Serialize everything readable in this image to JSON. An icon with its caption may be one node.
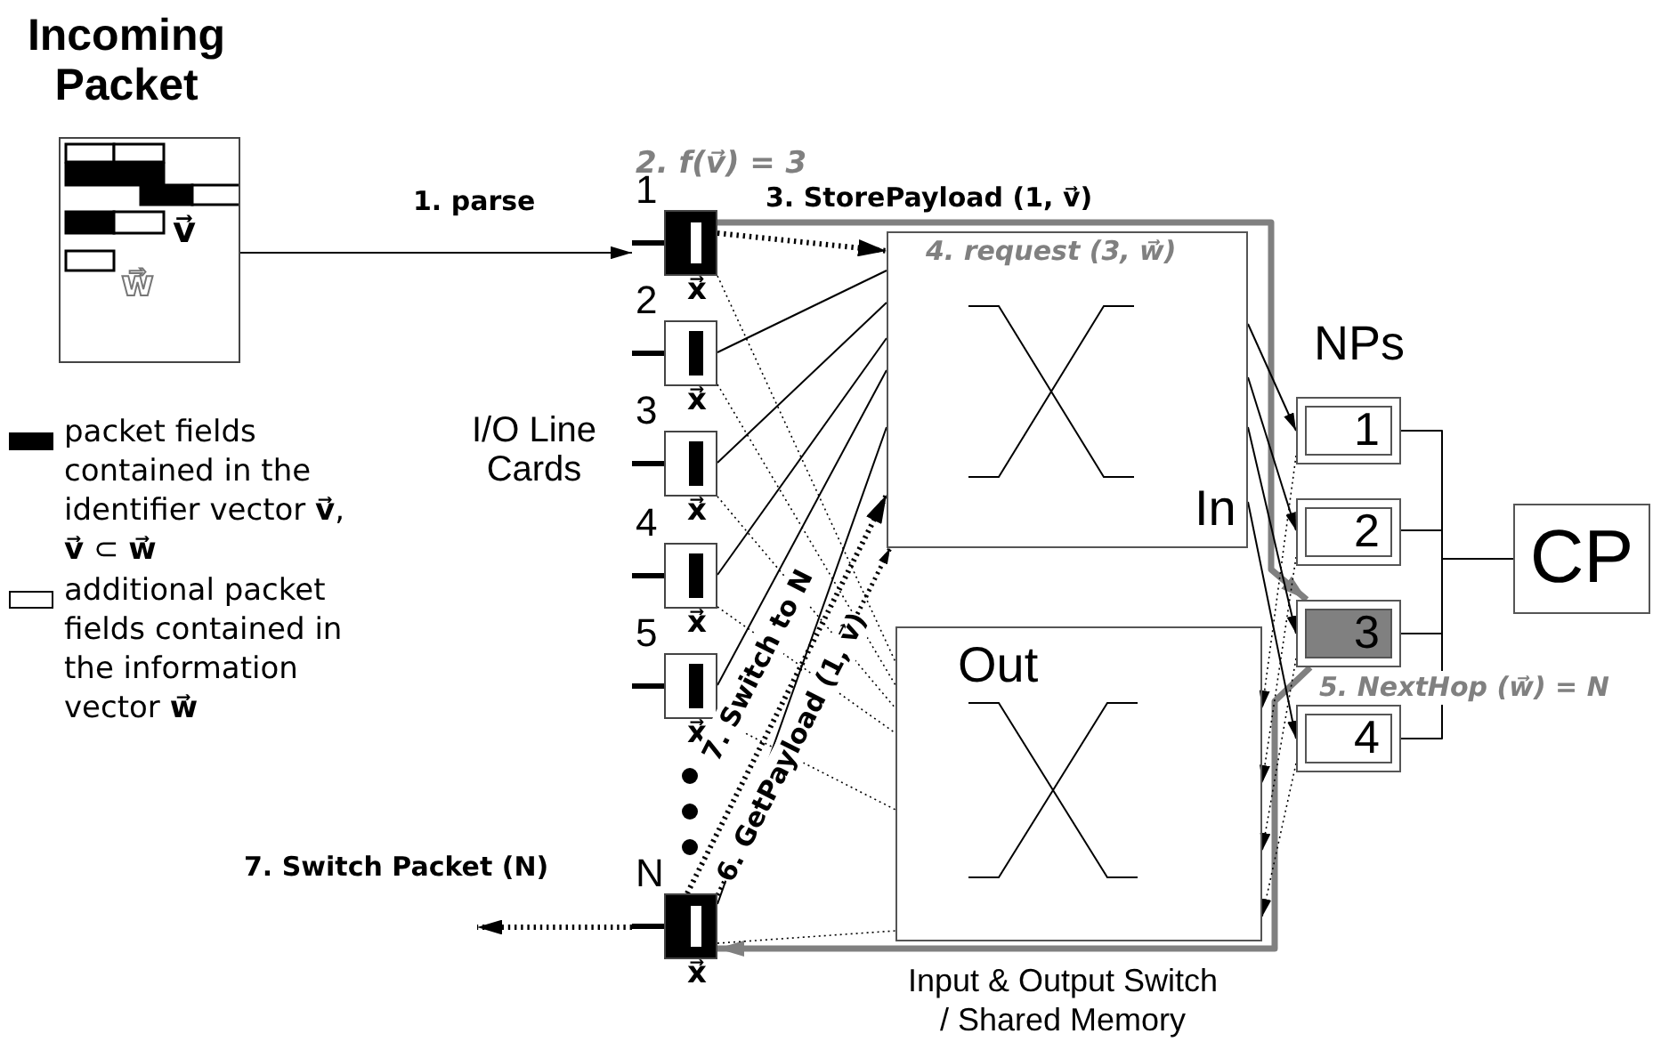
{
  "diagram": {
    "nodes": [
      {
        "text": [
          "Incoming Packet"
        ]
      },
      {
        "text": [
          "1"
        ],
        "beside": [
          "x⃗"
        ]
      },
      {
        "text": [
          "2"
        ],
        "beside": [
          "x⃗"
        ]
      },
      {
        "text": [
          "3"
        ],
        "beside": [
          "x⃗"
        ]
      },
      {
        "text": [
          "4"
        ],
        "beside": [
          "x⃗"
        ]
      },
      {
        "text": [
          "5"
        ],
        "beside": [
          "x⃗"
        ]
      },
      {
        "text": [
          "N"
        ],
        "beside": [
          "x⃗"
        ]
      },
      {
        "text": [
          "In"
        ]
      },
      {
        "text": [
          "Out"
        ]
      },
      {
        "text": [
          "1"
        ]
      },
      {
        "text": [
          "2"
        ]
      },
      {
        "text": [
          "3"
        ]
      },
      {
        "text": [
          "4"
        ]
      },
      {
        "text": [
          "CP"
        ]
      }
    ],
    "edges": [
      {
        "from": 0,
        "to": 1,
        "arrow": "to",
        "label": "1. parse"
      },
      {
        "from": 1,
        "to": 7,
        "arrow": "to",
        "label": "3. StorePayload (1, v⃗)",
        "style": "dashed"
      },
      {
        "from": 1,
        "to": 11,
        "arrow": "to",
        "label": "4. request (3, w⃗)",
        "style": "thick",
        "color": "#808080"
      },
      {
        "from": 11,
        "to": 6,
        "arrow": "to",
        "label": "5. NextHop (w⃗) = N",
        "style": "thick",
        "color": "#808080"
      },
      {
        "from": 6,
        "to": 7,
        "arrow": "to",
        "label": "6. GetPayload (1, v⃗)",
        "style": "dashed"
      },
      {
        "from": 6,
        "to": 7,
        "arrow": "to",
        "label": "7. Switch to N",
        "style": "dashed"
      },
      {
        "from": 6,
        "to": null,
        "arrow": "to",
        "label": "7. Switch Packet (N)",
        "style": "dashed"
      },
      {
        "from": 2,
        "to": 7,
        "arrow": "none"
      },
      {
        "from": 3,
        "to": 7,
        "arrow": "none"
      },
      {
        "from": 4,
        "to": 7,
        "arrow": "none"
      },
      {
        "from": 5,
        "to": 7,
        "arrow": "none"
      },
      {
        "from": 6,
        "to": 7,
        "arrow": "none"
      },
      {
        "from": 1,
        "to": 8,
        "arrow": "none",
        "style": "dashed"
      },
      {
        "from": 2,
        "to": 8,
        "arrow": "none",
        "style": "dashed"
      },
      {
        "from": 3,
        "to": 8,
        "arrow": "none",
        "style": "dashed"
      },
      {
        "from": 4,
        "to": 8,
        "arrow": "none",
        "style": "dashed"
      },
      {
        "from": 5,
        "to": 8,
        "arrow": "none",
        "style": "dashed"
      },
      {
        "from": 6,
        "to": 8,
        "arrow": "none",
        "style": "dashed"
      },
      {
        "from": 7,
        "to": 9,
        "arrow": "to"
      },
      {
        "from": 7,
        "to": 10,
        "arrow": "to"
      },
      {
        "from": 7,
        "to": 11,
        "arrow": "to"
      },
      {
        "from": 7,
        "to": 12,
        "arrow": "to"
      },
      {
        "from": 9,
        "to": 8,
        "arrow": "to",
        "style": "dashed"
      },
      {
        "from": 10,
        "to": 8,
        "arrow": "to",
        "style": "dashed"
      },
      {
        "from": 11,
        "to": 8,
        "arrow": "to",
        "style": "dashed"
      },
      {
        "from": 12,
        "to": 8,
        "arrow": "to",
        "style": "dashed"
      },
      {
        "from": 9,
        "to": 13,
        "arrow": "none"
      },
      {
        "from": 10,
        "to": 13,
        "arrow": "none"
      },
      {
        "from": 11,
        "to": 13,
        "arrow": "none"
      },
      {
        "from": 12,
        "to": 13,
        "arrow": "none"
      }
    ],
    "labels": [
      "v⃗",
      "w⃗",
      "2. f(v⃗) = 3",
      "I/O Line Cards",
      "NPs",
      "Input & Output Switch / Shared Memory"
    ],
    "legend": [
      {
        "text": "packet fields contained in the identifier vector **v⃗**, **v⃗** ⊂ **w⃗**",
        "color": "#000000"
      },
      {
        "text": "additional packet fields contained in the information vector **w⃗**",
        "color": "#ffffff"
      }
    ]
  }
}
